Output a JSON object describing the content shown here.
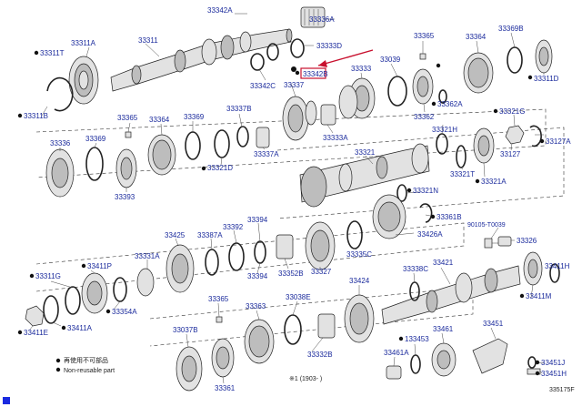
{
  "labels": {
    "p33342A": "33342A",
    "p33336A": "33336A",
    "p33311A": "33311A",
    "p33311T": "33311T",
    "p33311": "33311",
    "p33333D": "33333D",
    "p33342C": "33342C",
    "p33342B": "33342B",
    "p33337": "33337",
    "p33311B": "33311B",
    "p33365a": "33365",
    "p33364a": "33364",
    "p33369a": "33369",
    "p33337B": "33337B",
    "p33336": "33336",
    "p33369b": "33369",
    "p33393": "33393",
    "p33321D": "33321D",
    "p33337A": "33337A",
    "p33333A": "33333A",
    "p33333": "33333",
    "p33039": "33039",
    "p33365b": "33365",
    "p33364b": "33364",
    "p33369B": "33369B",
    "p33362A": "33362A",
    "p33362": "33362",
    "p33311D": "33311D",
    "p33321H": "33321H",
    "p33321G": "33321G",
    "p33127A": "33127A",
    "p33127": "33127",
    "p33321": "33321",
    "p33321T": "33321T",
    "p33321A": "33321A",
    "p33321N": "33321N",
    "p33361B": "33361B",
    "p90105": "90105-T0039",
    "p33326": "33326",
    "p33425": "33425",
    "p33387A": "33387A",
    "p33392": "33392",
    "p33394a": "33394",
    "p33394b": "33394",
    "p33331A": "33331A",
    "p33352B": "33352B",
    "p33327": "33327",
    "p33335C": "33335C",
    "p33426A": "33426A",
    "p33311G": "33311G",
    "p33411P": "33411P",
    "p33354A": "33354A",
    "p33411A": "33411A",
    "p33411E": "33411E",
    "p33338C": "33338C",
    "p33421": "33421",
    "p33411H": "33411H",
    "p33411M": "33411M",
    "p33365c": "33365",
    "p33363": "33363",
    "p33038E": "33038E",
    "p33424": "33424",
    "p33037B": "33037B",
    "p33332B": "33332B",
    "p33361": "33361",
    "p133453": "133453",
    "p33461": "33461",
    "p33461A": "33461A",
    "p33451": "33451",
    "p33451J": "33451J",
    "p33451H": "33451H"
  },
  "legend": {
    "line1": "再使用不可部品",
    "line2": "Non-reusable part"
  },
  "footnote": "※1 (1903-   )",
  "diagram_code": "335175F",
  "colors": {
    "label": "#1a2a9c",
    "highlight": "#c8102e",
    "corner_marker": "#1a2ae0"
  }
}
